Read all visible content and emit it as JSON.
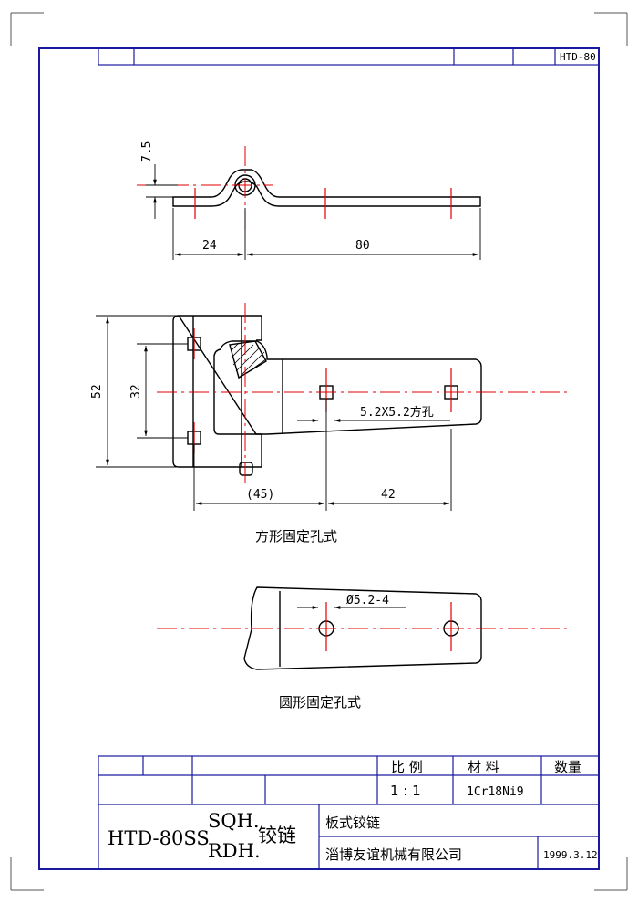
{
  "drawing_code": "HTD-80",
  "dimensions": {
    "height": "7.5",
    "left_span": "24",
    "right_span": "80",
    "total_height": "52",
    "hole_pitch": "32",
    "ref_span": "(45)",
    "hole_pitch_h": "42",
    "square_hole": "5.2X5.2方孔",
    "round_hole": "Ø5.2-4"
  },
  "captions": {
    "square_holes": "方形固定孔式",
    "round_holes": "圆形固定孔式"
  },
  "title_block": {
    "scale_label": "比  例",
    "material_label": "材  料",
    "quantity_label": "数量",
    "scale_value": "1 : 1",
    "material_value": "1Cr18Ni9",
    "part_code": "HTD-80SS",
    "variant_1": "SQH.",
    "variant_2": "RDH.",
    "part_name": "铰链",
    "product_name": "板式铰链",
    "company": "淄博友谊机械有限公司",
    "date": "1999.3.12"
  }
}
